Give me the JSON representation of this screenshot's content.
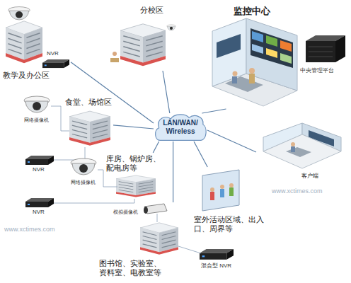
{
  "diagram": {
    "nodes": [
      {
        "text": [
          "教学及办公区"
        ]
      },
      {
        "text": [
          "分校区"
        ]
      },
      {
        "text": [
          "监控中心"
        ]
      },
      {
        "text": [
          "LAN/WAN/ Wireless"
        ]
      },
      {
        "text": [
          "食堂、场馆区"
        ]
      },
      {
        "text": [
          "库房、锅炉房、配电房等"
        ]
      },
      {
        "text": [
          "客户端"
        ]
      },
      {
        "text": [
          "室外活动区域、出入口、周界等"
        ]
      },
      {
        "text": [
          "图书馆、实验室、资料室、电教室等"
        ]
      }
    ],
    "edges": [
      {
        "from": 0,
        "to": 3,
        "arrow": "none"
      },
      {
        "from": 1,
        "to": 3,
        "arrow": "none"
      },
      {
        "from": 3,
        "to": 2,
        "arrow": "none"
      },
      {
        "from": 4,
        "to": 3,
        "arrow": "none"
      },
      {
        "from": 5,
        "to": 3,
        "arrow": "none"
      },
      {
        "from": 3,
        "to": 6,
        "arrow": "none"
      },
      {
        "from": 3,
        "to": 7,
        "arrow": "none"
      },
      {
        "from": 8,
        "to": 3,
        "arrow": "none"
      }
    ],
    "labels": [
      "NVR",
      "NVR",
      "网络摄像机",
      "NVR",
      "网络摄像机",
      "中央管理平台",
      "模拟摄像机",
      "混合型 NVR",
      "www.xctimes.com",
      "www.xctimes.com"
    ]
  }
}
